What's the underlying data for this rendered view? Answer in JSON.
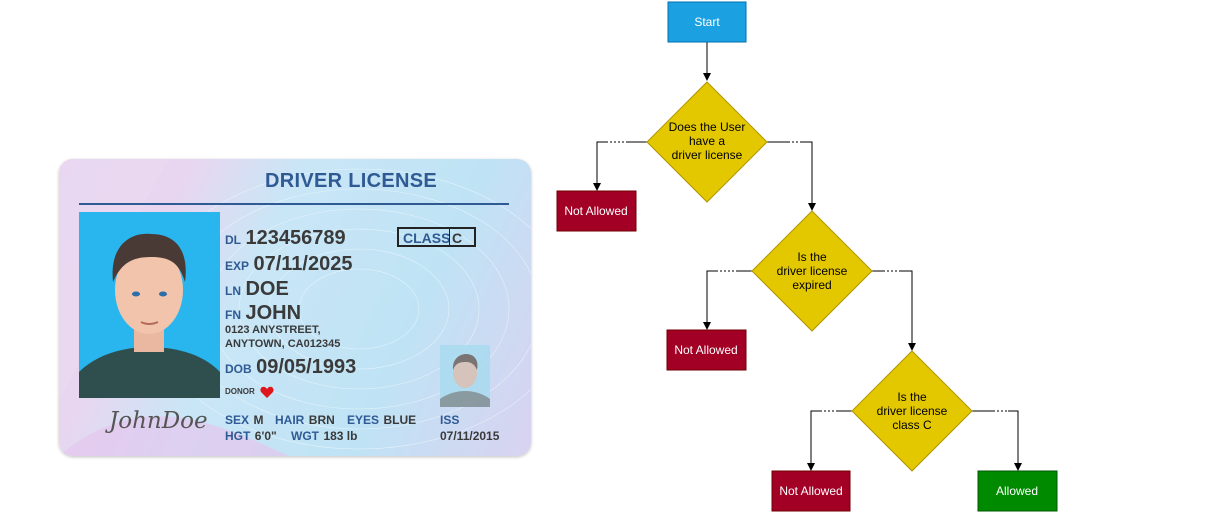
{
  "card": {
    "title": "DRIVER LICENSE",
    "dl_label": "DL",
    "dl_value": "123456789",
    "class_label": "CLASS",
    "class_value": "C",
    "exp_label": "EXP",
    "exp_value": "07/11/2025",
    "ln_label": "LN",
    "ln_value": "DOE",
    "fn_label": "FN",
    "fn_value": "JOHN",
    "address_line1": "0123 ANYSTREET,",
    "address_line2": "ANYTOWN, CA012345",
    "dob_label": "DOB",
    "dob_value": "09/05/1993",
    "donor_label": "DONOR",
    "sex_label": "SEX",
    "sex_value": "M",
    "hair_label": "HAIR",
    "hair_value": "BRN",
    "eyes_label": "EYES",
    "eyes_value": "BLUE",
    "hgt_label": "HGT",
    "hgt_value": "6'0\"",
    "wgt_label": "WGT",
    "wgt_value": "183 lb",
    "iss_label": "ISS",
    "iss_value": "07/11/2015",
    "signature": "JohnDoe"
  },
  "flowchart": {
    "start": "Start",
    "decision1": [
      "Does the User",
      "have a",
      "driver license"
    ],
    "decision2": [
      "Is the",
      "driver license",
      "expired"
    ],
    "decision3": [
      "Is the",
      "driver license",
      "class C"
    ],
    "not_allowed_1": "Not Allowed",
    "not_allowed_2": "Not Allowed",
    "not_allowed_3": "Not Allowed",
    "allowed": "Allowed"
  },
  "colors": {
    "start_fill": "#1ba1e2",
    "decision_fill": "#e3c800",
    "not_allowed_fill": "#a20025",
    "allowed_fill": "#008a00",
    "card_accent": "#2f5a94"
  }
}
